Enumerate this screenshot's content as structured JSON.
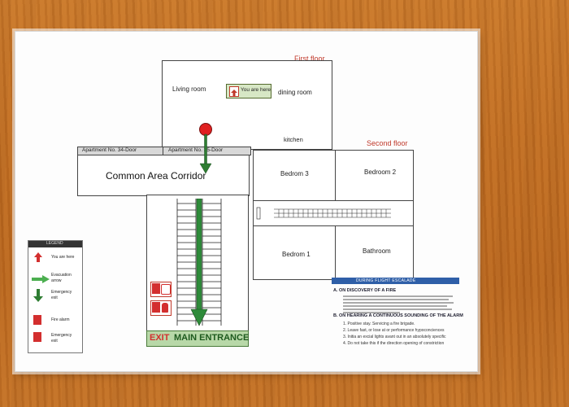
{
  "first_floor": {
    "heading": "First floor",
    "rooms": {
      "living_room": "Living room",
      "dining_room": "dining room",
      "kitchen": "kitchen"
    },
    "you_are_here": "You are here"
  },
  "apartments": {
    "apt34": "Apartment No. 34-Door",
    "apt35": "Apartment No. 35-Door"
  },
  "corridor": "Common Area Corridor",
  "second_floor": {
    "heading": "Second floor",
    "rooms": {
      "bedroom3": "Bedrom 3",
      "bedroom2": "Bedroom 2",
      "bedroom1": "Bedrom 1",
      "bathroom": "Bathroom"
    }
  },
  "exit": {
    "exit_word": "EXIT",
    "main_entrance": "MAIN ENTRANCE"
  },
  "legend": {
    "header": "LEGEND",
    "items": [
      {
        "label": "You are here",
        "icon": "you-are-here-icon"
      },
      {
        "label": "Evacuation arrow",
        "icon": "evacuation-arrow-icon"
      },
      {
        "label": "Emergency exit",
        "icon": "emergency-exit-icon"
      },
      {
        "label": "Fire alarm",
        "icon": "fire-alarm-icon"
      },
      {
        "label": "Emergency exit",
        "icon": "fire-extinguisher-icon"
      }
    ]
  },
  "instructions": {
    "banner": "DURING FLIGHT ESCALADE",
    "section_a_title": "A.    ON DISCOVERY OF A FIRE",
    "section_b_title": "B.    ON HEARING A CONTINUOUS SOUNDING OF THE ALARM",
    "section_b_items": [
      "1.  Positive stay. Servicing a fire brigade.",
      "2.  Leave fast, or lose at or performance hypoconciences",
      "3.  Initia an excial lights avant out in an absolutely specific",
      "4.  Do not take this if the direction opening of constriction"
    ]
  },
  "colors": {
    "accent_red": "#c0392b",
    "exit_green": "#2e7d32",
    "banner_blue": "#2f5fa8"
  }
}
